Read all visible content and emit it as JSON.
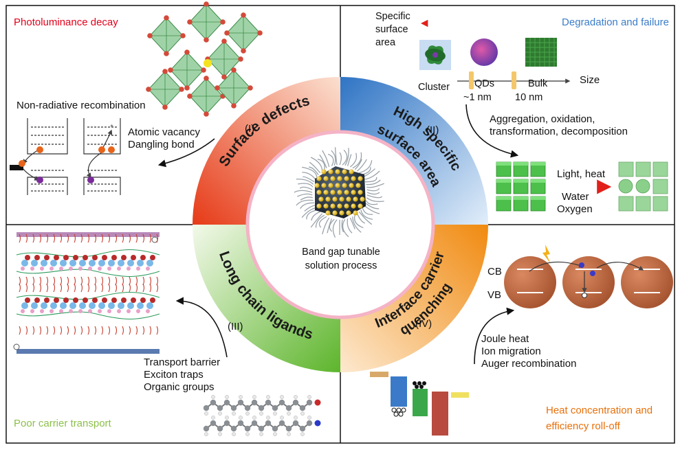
{
  "center": {
    "line1": "Band gap tunable",
    "line2": "solution process"
  },
  "ring": [
    {
      "label": "Surface defects",
      "numeral": "(I)",
      "colors": [
        "#f7d9c8",
        "#e8411e"
      ]
    },
    {
      "label": "High specific surface area",
      "line1": "High specific",
      "line2": "surface area",
      "numeral": "(II)",
      "colors": [
        "#d6e6f6",
        "#3a7cc8"
      ]
    },
    {
      "label": "Long chain ligands",
      "numeral": "(III)",
      "colors": [
        "#e8f4d8",
        "#6bb83a"
      ]
    },
    {
      "label": "Interface carrier quenching",
      "line1": "Interface carrier",
      "line2": "quenching",
      "numeral": "(IV)",
      "colors": [
        "#fbe3c4",
        "#ef8a1a"
      ]
    }
  ],
  "q1": {
    "corner_title": "Photoluminance decay",
    "corner_color": "#e2001a",
    "subtitle": "Non-radiative recombination",
    "defects": [
      "Atomic vacancy",
      "Dangling bond"
    ]
  },
  "q2": {
    "corner_title": "Degradation and failure",
    "corner_color": "#3a7cc8",
    "axis_label": "Specific surface area",
    "size_label": "Size",
    "stages": [
      "Cluster",
      "QDs",
      "Bulk"
    ],
    "sizes": [
      "~1 nm",
      "10 nm"
    ],
    "processes_line1": "Aggregation, oxidation,",
    "processes_line2": "transformation, decomposition",
    "arrow_top": "Light, heat",
    "arrow_bottom_1": "Water",
    "arrow_bottom_2": "Oxygen"
  },
  "q3": {
    "corner_title": "Poor carrier transport",
    "corner_color": "#8cc04a",
    "issues": [
      "Transport barrier",
      "Exciton traps",
      "Organic groups"
    ]
  },
  "q4": {
    "corner_title_1": "Heat concentration and",
    "corner_title_2": "efficiency roll-off",
    "corner_color": "#e8700a",
    "cb": "CB",
    "vb": "VB",
    "effects": [
      "Joule heat",
      "Ion migration",
      "Auger recombination"
    ]
  }
}
